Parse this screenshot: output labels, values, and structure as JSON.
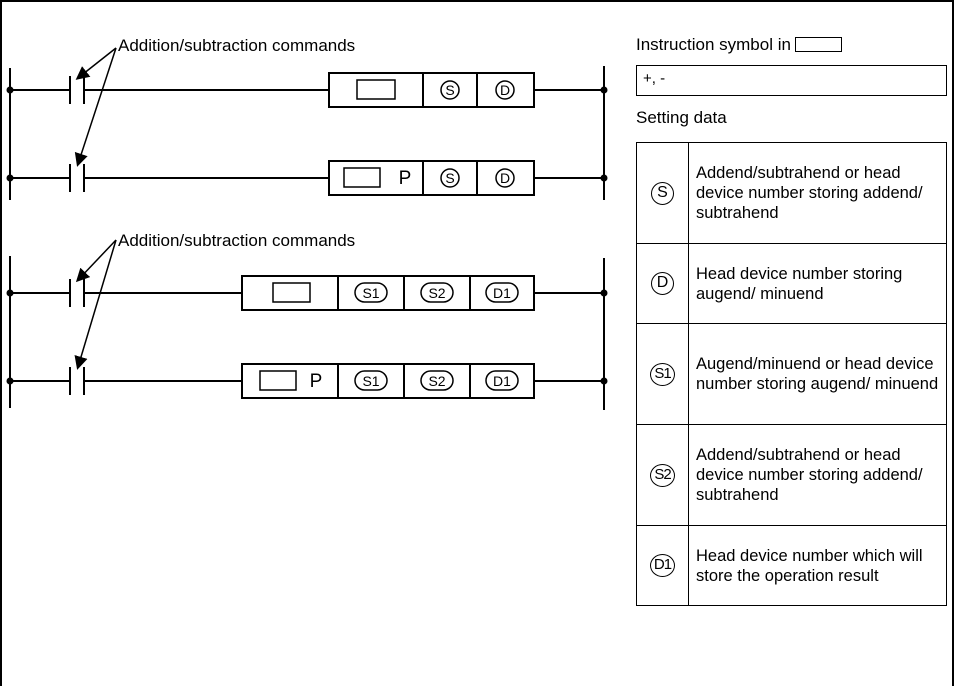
{
  "ladder": {
    "group1_label": "Addition/subtraction commands",
    "group2_label": "Addition/subtraction commands",
    "pulse_suffix": "P",
    "operand_S": "S",
    "operand_D": "D",
    "operand_S1": "S1",
    "operand_S2": "S2",
    "operand_D1": "D1"
  },
  "instruction": {
    "heading": "Instruction symbol in",
    "value": "+, -"
  },
  "setting": {
    "heading": "Setting data",
    "rows": [
      {
        "symbol": "S",
        "description": "Addend/subtrahend or head device number storing addend/ subtrahend"
      },
      {
        "symbol": "D",
        "description": "Head device number storing augend/ minuend"
      },
      {
        "symbol": "S1",
        "description": "Augend/minuend or head device number storing augend/ minuend"
      },
      {
        "symbol": "S2",
        "description": "Addend/subtrahend or head device number storing addend/ subtrahend"
      },
      {
        "symbol": "D1",
        "description": "Head device number which will store the operation result"
      }
    ]
  }
}
